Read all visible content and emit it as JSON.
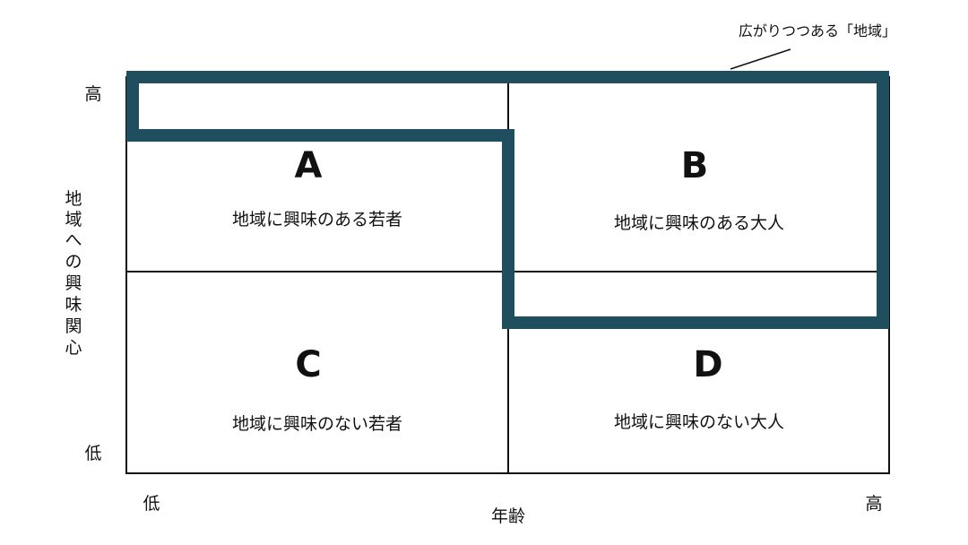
{
  "callout": {
    "label": "広がりつつある「地域」"
  },
  "y_axis": {
    "label_chars": [
      "地",
      "域",
      "へ",
      "の",
      "興",
      "味",
      "関",
      "心"
    ],
    "high": "高",
    "low": "低"
  },
  "x_axis": {
    "label": "年齢",
    "low": "低",
    "high": "高"
  },
  "quadrants": {
    "a": {
      "letter": "A",
      "description": "地域に興味のある若者"
    },
    "b": {
      "letter": "B",
      "description": "地域に興味のある大人"
    },
    "c": {
      "letter": "C",
      "description": "地域に興味のない若者"
    },
    "d": {
      "letter": "D",
      "description": "地域に興味のない大人"
    }
  },
  "colors": {
    "region_outline": "#1f4e5f",
    "grid_line": "#111111",
    "text": "#111111"
  }
}
